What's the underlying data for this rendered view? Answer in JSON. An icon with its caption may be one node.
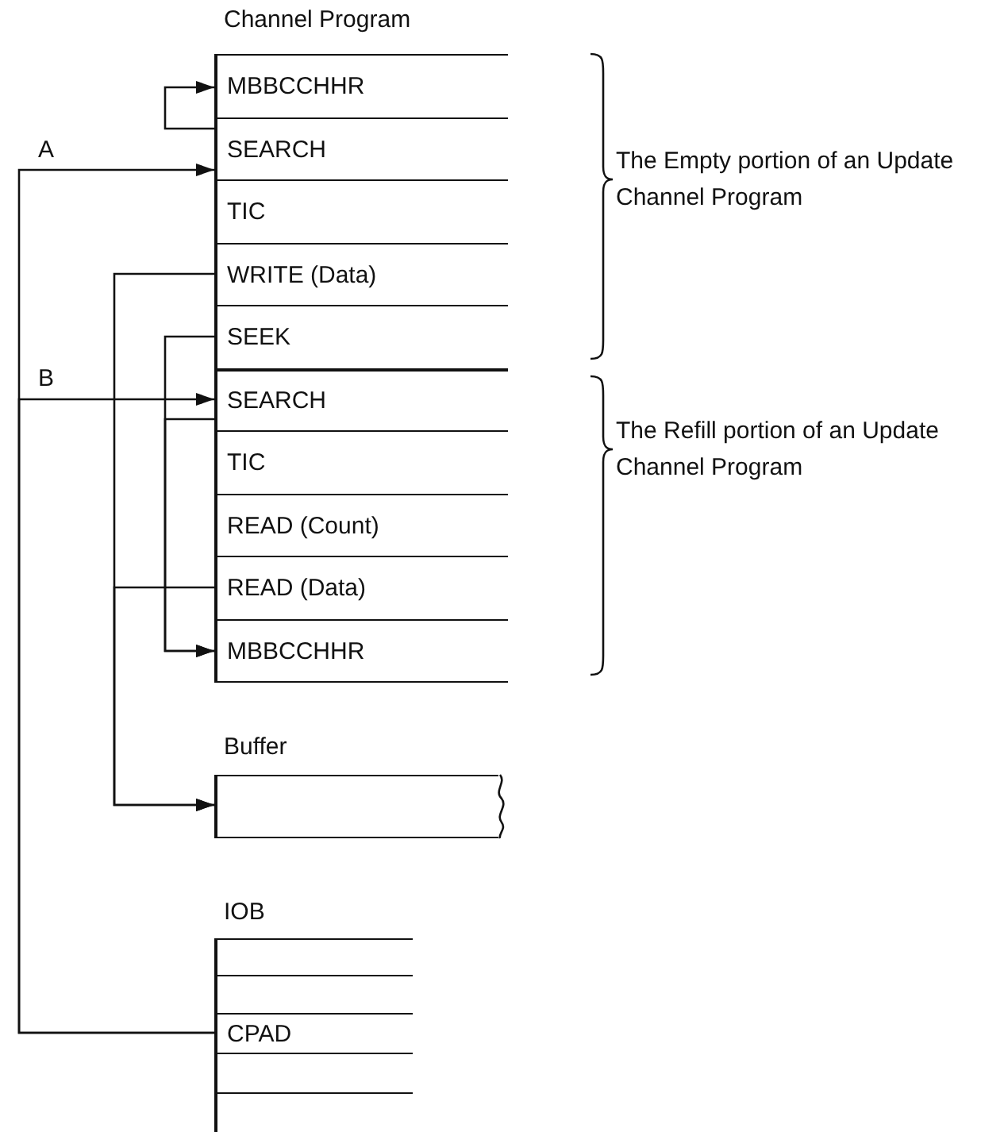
{
  "diagram": {
    "nodes": [
      {
        "text": [
          "Channel Program"
        ]
      },
      {
        "text": [
          "MBBCCHHR"
        ],
        "in": 0
      },
      {
        "text": [
          "SEARCH"
        ],
        "in": 0
      },
      {
        "text": [
          "TIC"
        ],
        "in": 0
      },
      {
        "text": [
          "WRITE (Data)"
        ],
        "in": 0
      },
      {
        "text": [
          "SEEK"
        ],
        "in": 0
      },
      {
        "text": [
          "SEARCH"
        ],
        "in": 0
      },
      {
        "text": [
          "TIC"
        ],
        "in": 0
      },
      {
        "text": [
          "READ (Count)"
        ],
        "in": 0
      },
      {
        "text": [
          "READ (Data)"
        ],
        "in": 0
      },
      {
        "text": [
          "MBBCCHHR"
        ],
        "in": 0
      },
      {
        "text": [
          "Buffer"
        ]
      },
      {
        "text": [
          "IOB"
        ]
      },
      {
        "text": [],
        "shape": "box",
        "in": 12
      },
      {
        "text": [],
        "shape": "box",
        "in": 12
      },
      {
        "text": [
          "CPAD"
        ],
        "in": 12
      },
      {
        "text": [],
        "shape": "box",
        "in": 12
      },
      {
        "text": [],
        "shape": "box",
        "in": 12
      }
    ],
    "edges": [
      {
        "from": 2,
        "to": 1,
        "arrow": "to"
      },
      {
        "from": 15,
        "to": 2,
        "arrow": "to",
        "label": "A"
      },
      {
        "from": 15,
        "to": 6,
        "arrow": "to",
        "label": "B"
      },
      {
        "from": 4,
        "to": 11,
        "arrow": "to"
      },
      {
        "from": 9,
        "to": 11,
        "arrow": "to"
      },
      {
        "from": 5,
        "to": 10,
        "arrow": "to"
      },
      {
        "from": 6,
        "to": 10,
        "arrow": "to"
      }
    ],
    "labels": [
      "The Empty portion of an Update Channel Program",
      "The Refill portion of an Update Channel Program"
    ]
  }
}
